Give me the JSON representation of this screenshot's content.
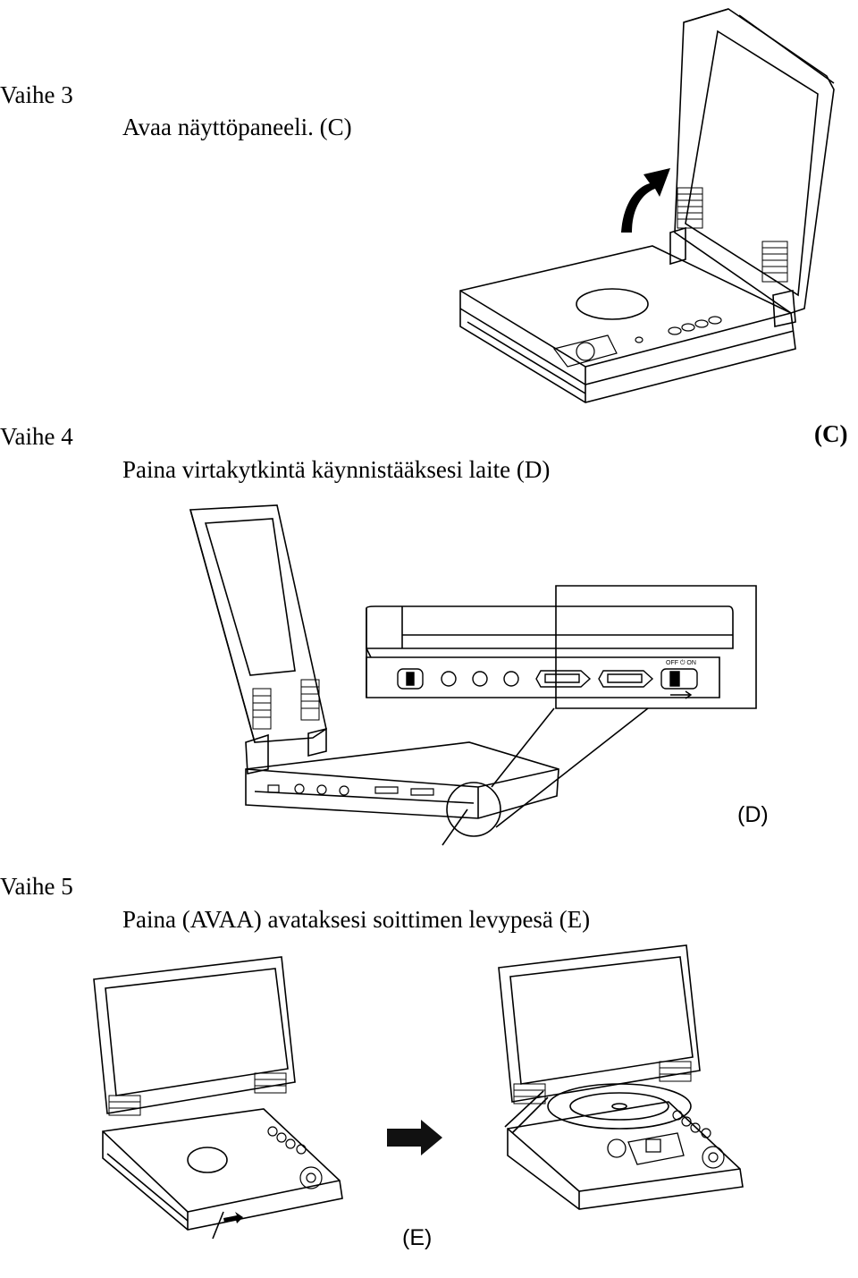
{
  "steps": [
    {
      "step_label": "Vaihe 3",
      "instruction": "Avaa näyttöpaneeli. (C)"
    },
    {
      "step_label": "Vaihe 4",
      "instruction": "Paina virtakytkintä käynnistääksesi laite (D)"
    },
    {
      "step_label": "Vaihe 5",
      "instruction": "Paina (AVAA) avataksesi soittimen levypesä (E)"
    }
  ],
  "figures": {
    "c_label": "(C)",
    "d_label": "(D)",
    "e_label": "(E)",
    "switch_text": "OFF ⏻ ON"
  }
}
